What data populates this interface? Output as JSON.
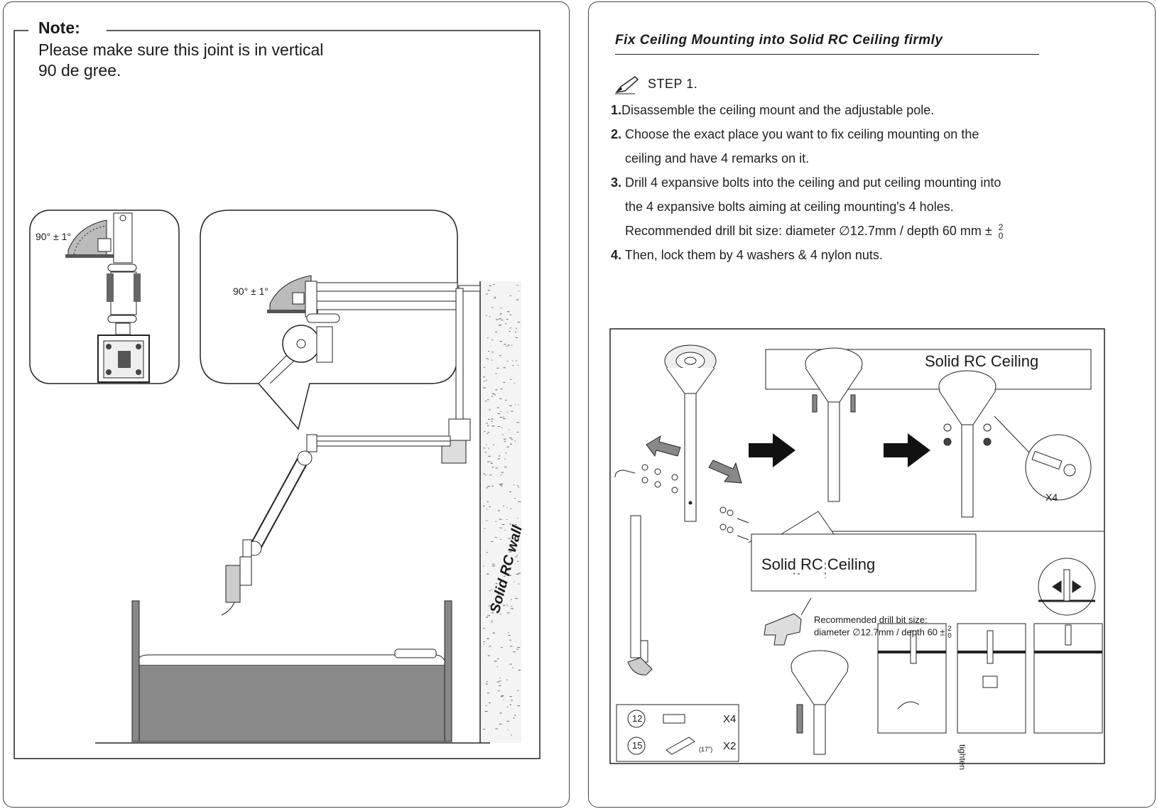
{
  "left": {
    "note_label": "Note:",
    "note_text": "Please make sure this joint is in vertical 90 de gree.",
    "angle_label_1": "90° ± 1°",
    "angle_label_2": "90° ± 1°",
    "wall_label": "Solid RC wall"
  },
  "right": {
    "title": "Fix Ceiling Mounting into Solid RC Ceiling firmly",
    "step_label": "STEP 1.",
    "instructions": [
      {
        "num": "1.",
        "text": "Disassemble the ceiling mount and the adjustable pole."
      },
      {
        "num": "2.",
        "text": "Choose the exact place you want to fix ceiling mounting on the"
      },
      {
        "num": "",
        "text": "ceiling and have 4 remarks on it."
      },
      {
        "num": "3.",
        "text": "Drill 4 expansive bolts into the ceiling and put ceiling mounting into"
      },
      {
        "num": "",
        "text": "the 4 expansive bolts aiming at ceiling mounting's 4 holes."
      },
      {
        "num": "",
        "text": "Recommended drill bit size: diameter ∅12.7mm / depth 60 mm ±"
      },
      {
        "num": "4.",
        "text": "Then, lock them by 4 washers & 4 nylon nuts."
      }
    ],
    "tol_upper": "2",
    "tol_lower": "0",
    "diagram": {
      "ceiling_label_top": "Solid RC Ceiling",
      "ceiling_label_bottom": "Solid RC Ceiling",
      "x4_label": "X4",
      "drill_line1": "Recommended drill bit size:",
      "drill_line2": "diameter ∅12.7mm / depth 60 ±",
      "drill_tol_upper": "2",
      "drill_tol_lower": "0",
      "tighten_label": "tighten",
      "parts": [
        {
          "num": "12",
          "qty": "X4",
          "note": ""
        },
        {
          "num": "15",
          "qty": "X2",
          "note": "(17\")"
        }
      ]
    }
  }
}
